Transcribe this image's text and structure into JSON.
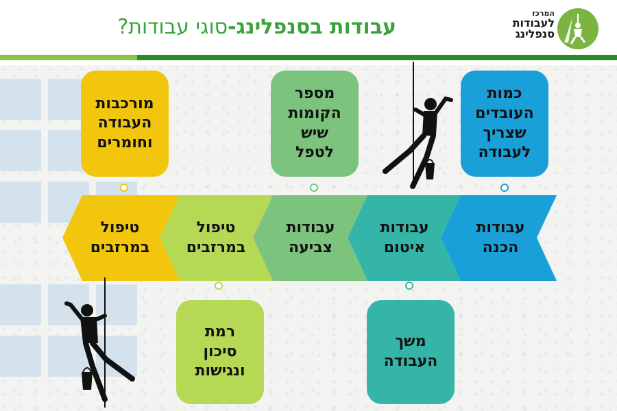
{
  "header": {
    "title_bold": "עבודות בסנפלינג-",
    "title_rest": "סוגי עבודות?",
    "logo_small": "המרכז",
    "logo_line1": "לעבודות",
    "logo_line2": "סנפלינג"
  },
  "colors": {
    "green_dark": "#2d8a2d",
    "green_light": "#8bc34a",
    "blue": "#1aa0d8",
    "teal": "#35b5a8",
    "green_mid": "#7cc47e",
    "lime": "#b5d855",
    "yellow": "#f3c60e"
  },
  "chevrons": [
    {
      "label": "עבודות\nהכנה",
      "color": "#1aa0d8"
    },
    {
      "label": "עבודות\nאיטום",
      "color": "#35b5a8"
    },
    {
      "label": "עבודות\nצביעה",
      "color": "#7cc47e"
    },
    {
      "label": "טיפול\nבמרזבים",
      "color": "#b5d855"
    },
    {
      "label": "טיפול\nבמרזבים",
      "color": "#f3c60e"
    }
  ],
  "boxes_top": [
    {
      "text": "כמות\nהעובדים\nשצריך\nלעבודה",
      "color": "#1aa0d8"
    },
    {
      "text": "מספר\nהקומות\nשיש\nלטפל",
      "color": "#7cc47e"
    },
    {
      "text": "מורכבות\nהעבודה\nוחומרים",
      "color": "#f3c60e"
    }
  ],
  "boxes_bottom": [
    {
      "text": "משך\nהעבודה",
      "color": "#35b5a8"
    },
    {
      "text": "רמת\nסיכון\nונגישות",
      "color": "#b5d855"
    }
  ],
  "icons": {
    "logo": "climber-logo-icon",
    "worker": "rope-access-worker-icon"
  }
}
